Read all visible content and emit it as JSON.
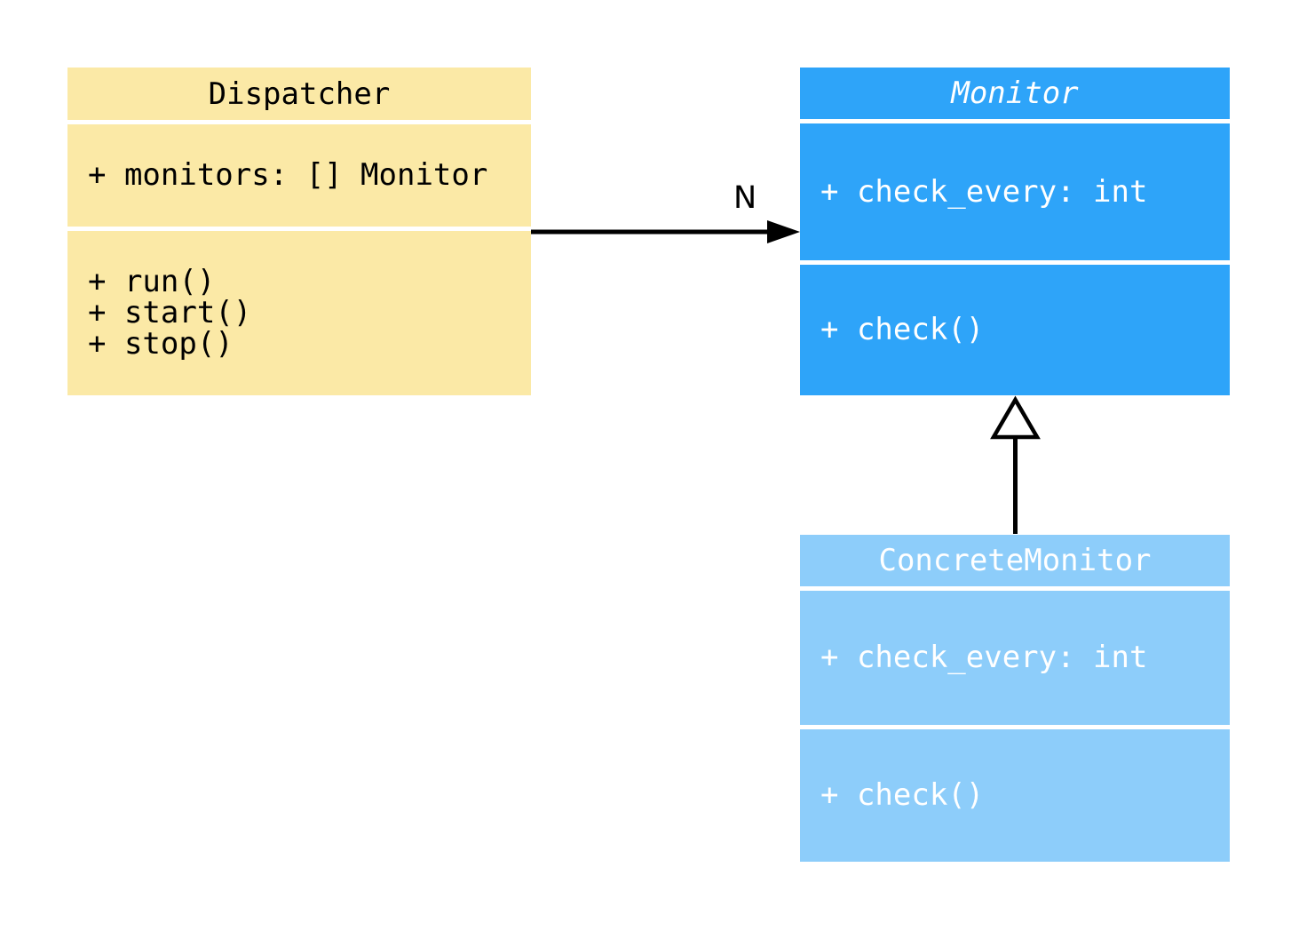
{
  "diagram": {
    "type": "uml-class-diagram",
    "connector_color": "#000000",
    "background_color": "#ffffff",
    "classes": [
      {
        "name": "Dispatcher",
        "abstract": false,
        "fill": "#FBE9A6",
        "text_color": "#000000",
        "attributes": [
          "+ monitors: [] Monitor"
        ],
        "methods": [
          "+ run()",
          "+ start()",
          "+ stop()"
        ]
      },
      {
        "name": "Monitor",
        "abstract": true,
        "fill": "#2EA4F9",
        "text_color": "#ffffff",
        "attributes": [
          "+ check_every: int"
        ],
        "methods": [
          "+ check()"
        ]
      },
      {
        "name": "ConcreteMonitor",
        "abstract": false,
        "fill": "#8DCDFA",
        "text_color": "#ffffff",
        "attributes": [
          "+ check_every: int"
        ],
        "methods": [
          "+ check()"
        ]
      }
    ],
    "relations": [
      {
        "type": "association",
        "from": "Dispatcher",
        "to": "Monitor",
        "label": "N"
      },
      {
        "type": "inheritance",
        "from": "ConcreteMonitor",
        "to": "Monitor",
        "label": ""
      }
    ]
  }
}
